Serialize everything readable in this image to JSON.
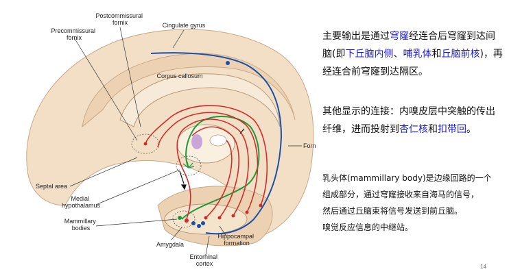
{
  "diagram": {
    "labels": {
      "postcommissural": [
        "Postcommissural",
        "fornix"
      ],
      "precommissural": [
        "Precommissural",
        "fornix"
      ],
      "cingulate": "Cingulate gyrus",
      "corpus_callosum": "Corpus callosum",
      "fornix": "Fornix",
      "septal": "Septal area",
      "medial_hypo": [
        "Medial",
        "hypothalamus"
      ],
      "mammillary": [
        "Mammillary",
        "bodies"
      ],
      "amygdala": "Amygdala",
      "hippocampal": [
        "Hippocampal",
        "formation"
      ],
      "entorhinal": [
        "Entorhinal",
        "cortex"
      ]
    },
    "colors": {
      "fornix_red": "#d42a2a",
      "green_tract": "#1e9a3a",
      "blue_tract": "#1a4fa8",
      "brain_fill": "#f2dfc6"
    }
  },
  "text": {
    "p1": {
      "a": "主要输出是通过",
      "b": "穹窿",
      "c": "经连合后穹窿到达间脑(即",
      "d": "下丘脑内侧",
      "e": "、",
      "f": "哺乳体",
      "g": "和",
      "h": "丘脑前核",
      "i": ")，再经连合前穹窿到达隔区。"
    },
    "p2": {
      "a": "其他显示的连接：内嗅皮层中突触的传出纤维，进而投射到",
      "b": "杏仁核",
      "c": "和",
      "d": "扣带回",
      "e": "。"
    },
    "p3": {
      "lines": [
        "乳头体(mammillary body)是边缘回路的一个",
        "组成部分，通过穹窿接收来自海马的信号，",
        "然后通过丘脑束将信号发送到前丘脑。",
        "嗅觉反应信息的中继站。"
      ]
    },
    "page_number": "14"
  }
}
